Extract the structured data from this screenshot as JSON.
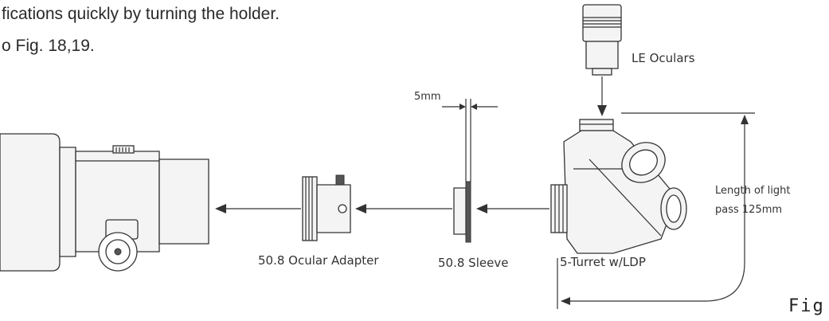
{
  "intro": {
    "line1": "fications quickly by turning the holder.",
    "line2": "o Fig. 18,19."
  },
  "labels": {
    "oculars": "LE Oculars",
    "gap": "5mm",
    "length_line1": "Length of light",
    "length_line2": "pass 125mm",
    "ocular_adapter": "50.8 Ocular Adapter",
    "sleeve": "50.8 Sleeve",
    "turret": "5-Turret w/LDP",
    "fig": "Fig."
  }
}
